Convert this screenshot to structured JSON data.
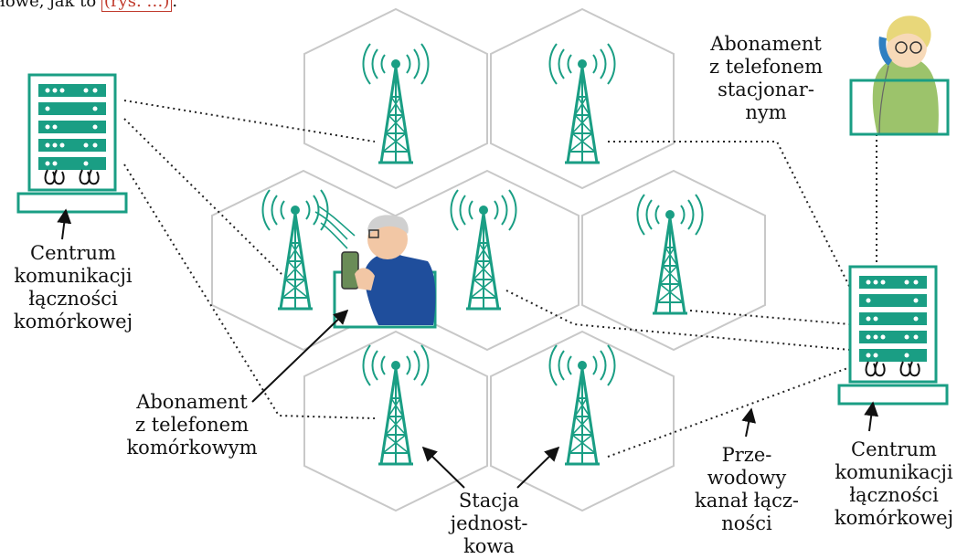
{
  "top_fragment": {
    "text": "łowe, jak to ",
    "ref": "(rys. …)",
    "tail": "."
  },
  "labels": {
    "center_left": [
      "Centrum",
      "komunikacji",
      "łączności",
      "komórkowej"
    ],
    "center_right": [
      "Centrum",
      "komunikacji",
      "łączności",
      "komórkowej"
    ],
    "landline_subscriber": [
      "Abonament",
      "z telefonem",
      "stacjonar-",
      "nym"
    ],
    "mobile_subscriber": [
      "Abonament",
      "z telefonem",
      "komórkowym"
    ],
    "base_station": [
      "Stacja",
      "jednost-",
      "kowa"
    ],
    "wired_channel": [
      "Prze-",
      "wodowy",
      "kanał łącz-",
      "ności"
    ]
  },
  "colors": {
    "tower": "#1a9e84",
    "hex_outline": "#c8c8c8",
    "link": "#222222",
    "server_fill": "#1a9e84",
    "jacket": "#1f4e9c"
  },
  "icons": [
    "cell-tower-icon",
    "server-rack-icon",
    "mobile-subscriber-icon",
    "landline-subscriber-icon"
  ]
}
